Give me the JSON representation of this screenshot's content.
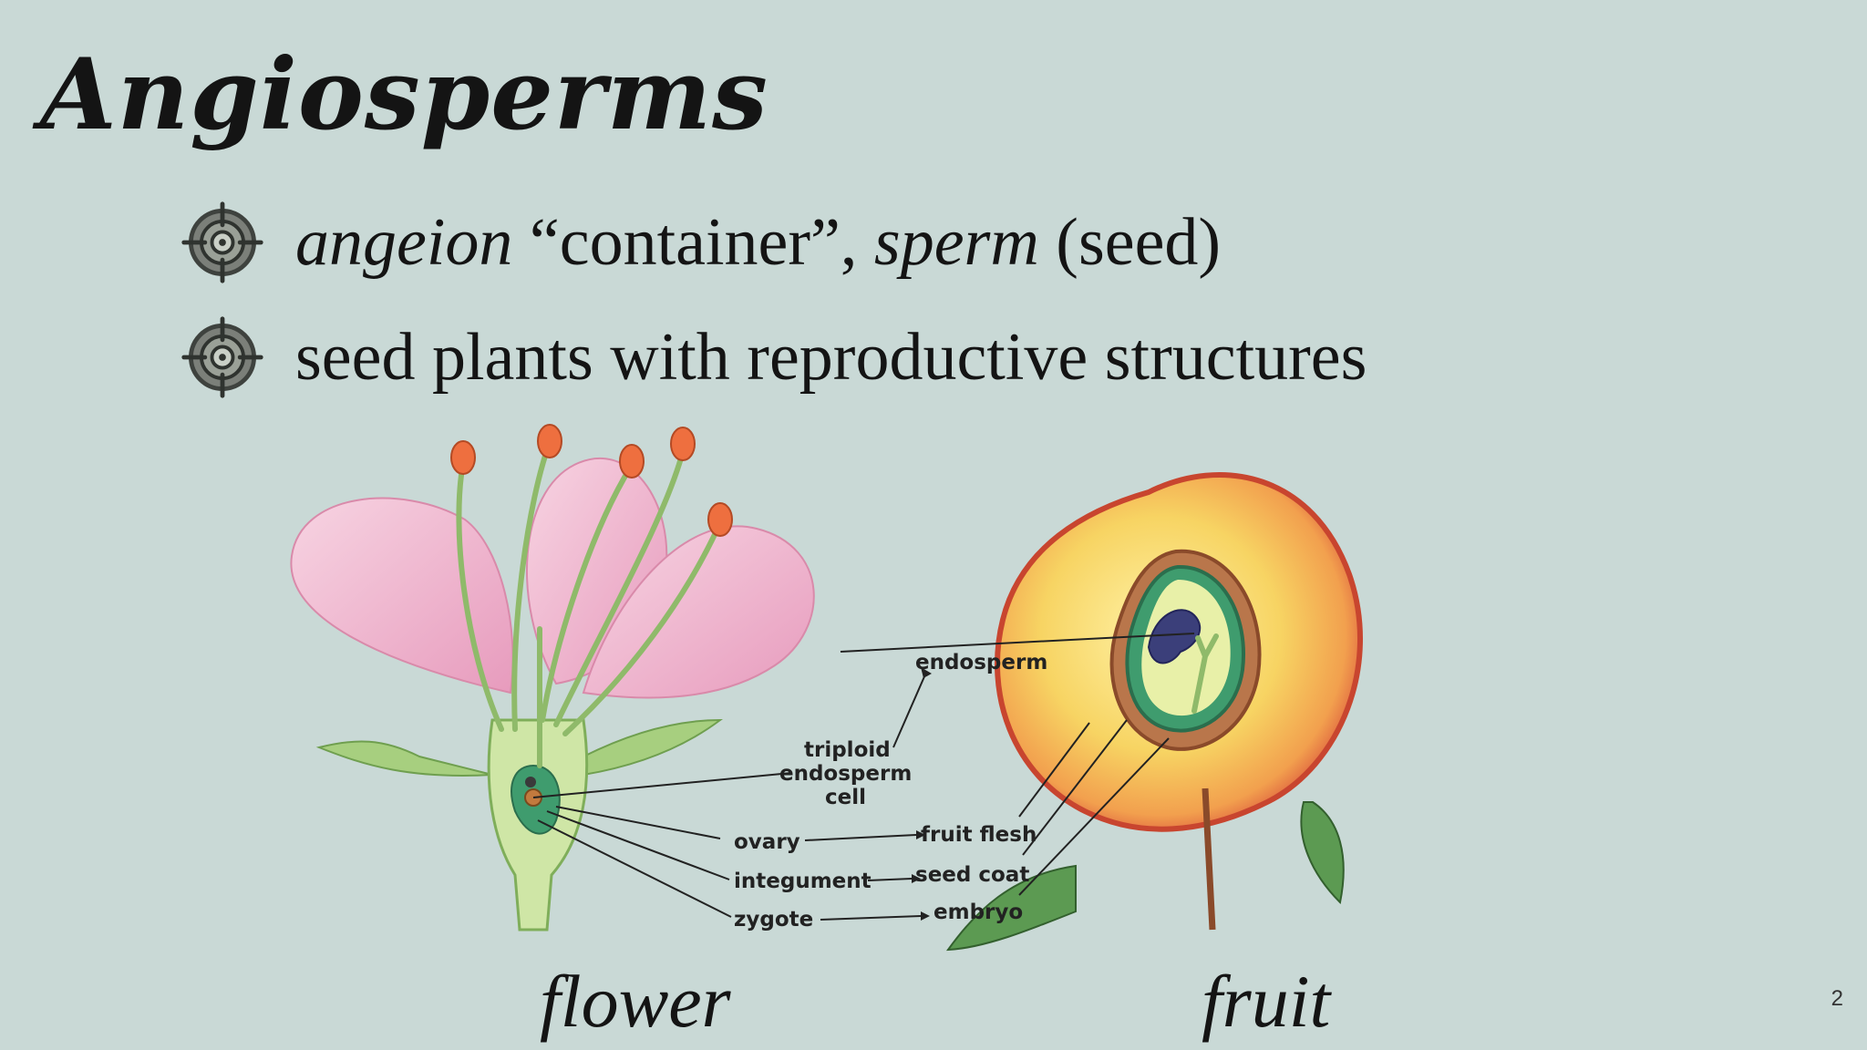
{
  "slide": {
    "title": "Angiosperms",
    "page_number": "2"
  },
  "bullets": [
    {
      "term1": "angeion",
      "gloss1": "“container”,",
      "term2": "sperm",
      "gloss2": "(seed)"
    },
    {
      "text": "seed plants with reproductive structures"
    }
  ],
  "figure": {
    "labels": {
      "endosperm": "endosperm",
      "triploid_1": "triploid",
      "triploid_2": "endosperm",
      "triploid_3": "cell",
      "ovary": "ovary",
      "integument": "integument",
      "zygote": "zygote",
      "fruit_flesh": "fruit flesh",
      "seed_coat": "seed coat",
      "embryo": "embryo"
    },
    "caption_flower": "flower",
    "caption_fruit": "fruit"
  },
  "icons": {
    "bullet": "crosshair-target-icon"
  }
}
